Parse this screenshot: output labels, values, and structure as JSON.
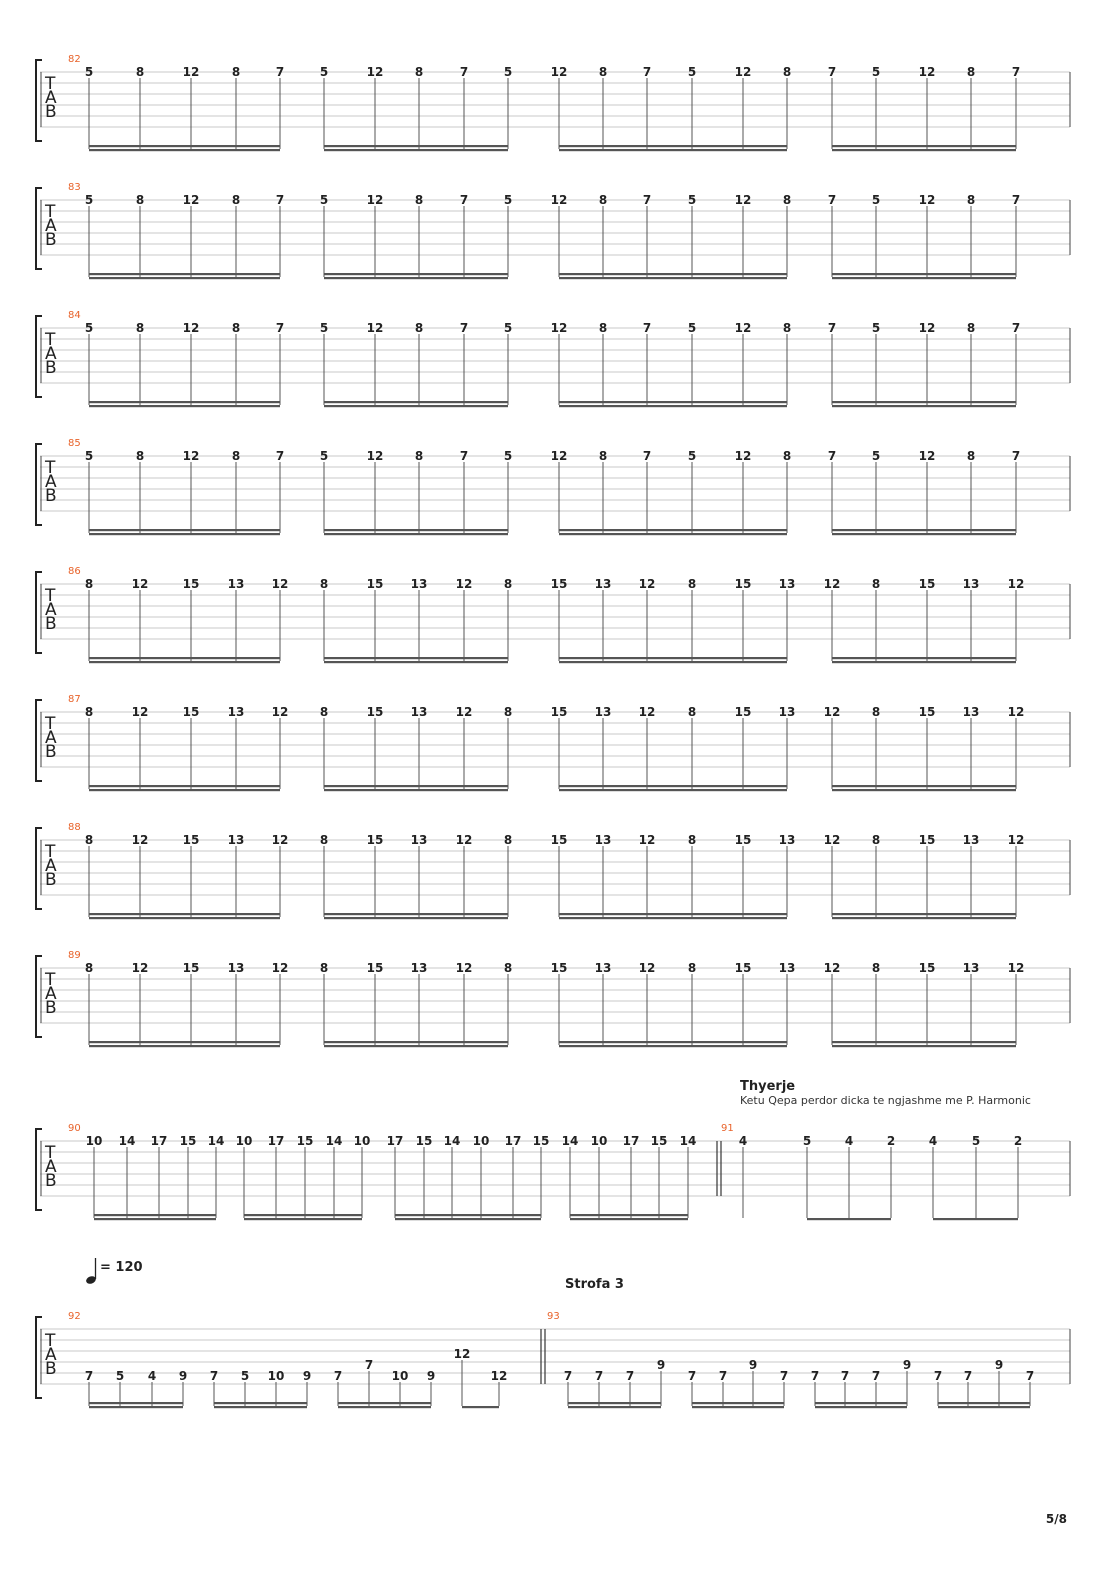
{
  "page_number": "5/8",
  "tab_clef": [
    "T",
    "A",
    "B"
  ],
  "sections": [
    {
      "label": "Thyerje",
      "comment": "Ketu Qepa perdor dicka te ngjashme me P. Harmonic",
      "measure": "91"
    },
    {
      "label": "Strofa 3",
      "measure": "93"
    }
  ],
  "tempo": {
    "symbol": "♩",
    "value": "= 120"
  },
  "systems": [
    {
      "measure": "82",
      "notes": [
        "5",
        "8",
        "12",
        "8",
        "7",
        "5",
        "12",
        "8",
        "7",
        "5",
        "12",
        "8",
        "7",
        "5",
        "12",
        "8",
        "7",
        "5",
        "12",
        "8",
        "7"
      ]
    },
    {
      "measure": "83",
      "notes": [
        "5",
        "8",
        "12",
        "8",
        "7",
        "5",
        "12",
        "8",
        "7",
        "5",
        "12",
        "8",
        "7",
        "5",
        "12",
        "8",
        "7",
        "5",
        "12",
        "8",
        "7"
      ]
    },
    {
      "measure": "84",
      "notes": [
        "5",
        "8",
        "12",
        "8",
        "7",
        "5",
        "12",
        "8",
        "7",
        "5",
        "12",
        "8",
        "7",
        "5",
        "12",
        "8",
        "7",
        "5",
        "12",
        "8",
        "7"
      ]
    },
    {
      "measure": "85",
      "notes": [
        "5",
        "8",
        "12",
        "8",
        "7",
        "5",
        "12",
        "8",
        "7",
        "5",
        "12",
        "8",
        "7",
        "5",
        "12",
        "8",
        "7",
        "5",
        "12",
        "8",
        "7"
      ]
    },
    {
      "measure": "86",
      "notes": [
        "8",
        "12",
        "15",
        "13",
        "12",
        "8",
        "15",
        "13",
        "12",
        "8",
        "15",
        "13",
        "12",
        "8",
        "15",
        "13",
        "12",
        "8",
        "15",
        "13",
        "12"
      ]
    },
    {
      "measure": "87",
      "notes": [
        "8",
        "12",
        "15",
        "13",
        "12",
        "8",
        "15",
        "13",
        "12",
        "8",
        "15",
        "13",
        "12",
        "8",
        "15",
        "13",
        "12",
        "8",
        "15",
        "13",
        "12"
      ]
    },
    {
      "measure": "88",
      "notes": [
        "8",
        "12",
        "15",
        "13",
        "12",
        "8",
        "15",
        "13",
        "12",
        "8",
        "15",
        "13",
        "12",
        "8",
        "15",
        "13",
        "12",
        "8",
        "15",
        "13",
        "12"
      ]
    },
    {
      "measure": "89",
      "notes": [
        "8",
        "12",
        "15",
        "13",
        "12",
        "8",
        "15",
        "13",
        "12",
        "8",
        "15",
        "13",
        "12",
        "8",
        "15",
        "13",
        "12",
        "8",
        "15",
        "13",
        "12"
      ]
    },
    {
      "measure": "90",
      "measure2": "91",
      "notes": [
        "10",
        "14",
        "17",
        "15",
        "14",
        "10",
        "17",
        "15",
        "14",
        "10",
        "17",
        "15",
        "14",
        "10",
        "17",
        "15",
        "14",
        "10",
        "17",
        "15",
        "14"
      ],
      "notes2": [
        "4",
        "5",
        "4",
        "2",
        "4",
        "5",
        "2"
      ]
    },
    {
      "measure": "92",
      "measure2": "93",
      "notes": [
        "7",
        "5",
        "4",
        "9",
        "7",
        "5",
        "10",
        "9",
        "7",
        "7",
        "10",
        "9",
        "12",
        "12"
      ],
      "notes2": [
        "7",
        "7",
        "7",
        "9",
        "7",
        "7",
        "9",
        "7",
        "7",
        "7",
        "7",
        "9",
        "7",
        "7",
        "9",
        "7"
      ]
    }
  ]
}
